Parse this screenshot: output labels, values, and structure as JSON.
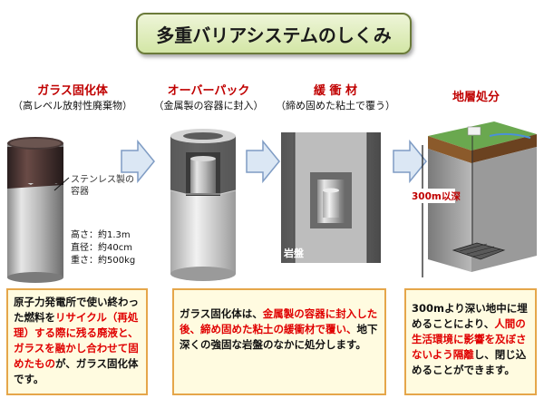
{
  "title": "多重バリアシステムのしくみ",
  "columns": [
    {
      "heading": "ガラス固化体",
      "sub": "（高レベル放射性廃棄物）"
    },
    {
      "heading": "オーバーパック",
      "sub": "（金属製の容器に封入）"
    },
    {
      "heading": "緩 衝 材",
      "sub": "（締め固めた粘土で覆う）"
    },
    {
      "heading": "地層処分",
      "sub": ""
    }
  ],
  "glass": {
    "container_label_1": "ステンレス製の",
    "container_label_2": "容器",
    "height": "高さ：約1.3m",
    "diameter": "直径：約40cm",
    "weight": "重さ：約500kg"
  },
  "rock_label": "岩盤",
  "depth_label": "300m以深",
  "boxes": {
    "b1": {
      "p1": "原子力発電所で使い終わった燃料を",
      "p2": "リサイクル（再処理）する際に残る廃液と、ガラスを融かし合わせて固めたもの",
      "p3": "が、ガラス固化体です。"
    },
    "b2": {
      "p1": "ガラス固化体は、",
      "p2": "金属製の容器に封入した後、締め固めた粘土の緩衝材で覆い、",
      "p3": "地下深くの強固な岩盤のなかに処分します。"
    },
    "b3": {
      "p1": "300mより深い地中に埋めることにより、",
      "p2": "人間の生活環境に影響を及ぼさないよう隔離",
      "p3": "し、閉じ込めることができます。"
    }
  },
  "colors": {
    "heading_red": "#c00000",
    "arrow_fill": "#dbe7f4",
    "arrow_stroke": "#7f9cc4",
    "box_border": "#e5a64a",
    "box_fill": "#fffbe0"
  }
}
